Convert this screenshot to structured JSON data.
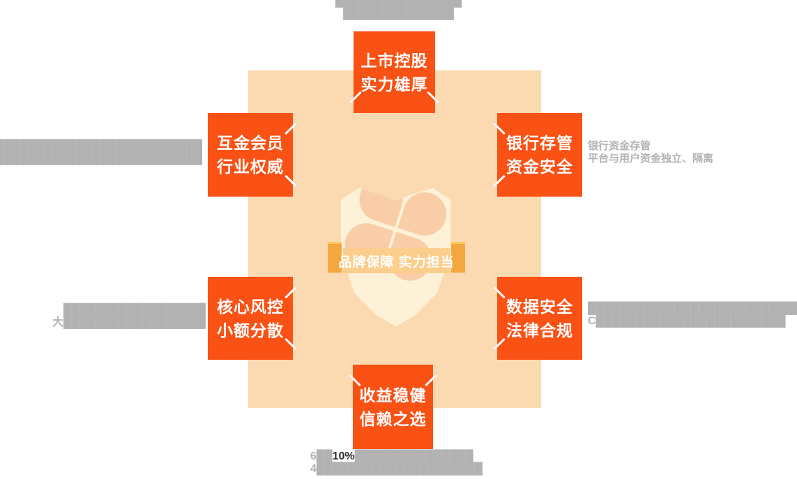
{
  "ribbon": {
    "text": "品牌保障  实力担当",
    "band_color": "#FCCE8D",
    "cap_color": "#F4A73E",
    "text_color": "#FFFFFF"
  },
  "colors": {
    "box_orange": "#FA5115",
    "square_beige": "#FBDAB2",
    "shield_cream": "#FDF2D7",
    "petal_orange": "#F9CDA7",
    "annotation_gray": "#B2B2B2",
    "annotation_dark": "#2F2F2F"
  },
  "boxes": [
    {
      "id": "top",
      "line1": "上市控股",
      "line2": "实力雄厚"
    },
    {
      "id": "left-top",
      "line1": "互金会员",
      "line2": "行业权威"
    },
    {
      "id": "right-top",
      "line1": "银行存管",
      "line2": "资金安全"
    },
    {
      "id": "left-bottom",
      "line1": "核心风控",
      "line2": "小额分散"
    },
    {
      "id": "right-bottom",
      "line1": "数据安全",
      "line2": "法律合规"
    },
    {
      "id": "bottom",
      "line1": "收益稳健",
      "line2": "信赖之选"
    }
  ],
  "annotations": {
    "top": {
      "line1": "████████████████",
      "line2": "██████████████"
    },
    "left_top": {
      "line1": "█████████████████████████████",
      "line2": "█████████████████████████████"
    },
    "right_top": {
      "line1": "银行资金存管",
      "line2": "平台与用户资金独立、隔离"
    },
    "left_bottom": {
      "line1": "██████████████████",
      "line2": "大██████████████████"
    },
    "right_bottom": {
      "line1": "██████████████████████████████",
      "line2": "C████████████████████████"
    },
    "bottom": {
      "line1_pre": "6██",
      "line1_highlight": "10%",
      "line1_post": "███████████████",
      "line2": "4█████████████████████"
    }
  }
}
